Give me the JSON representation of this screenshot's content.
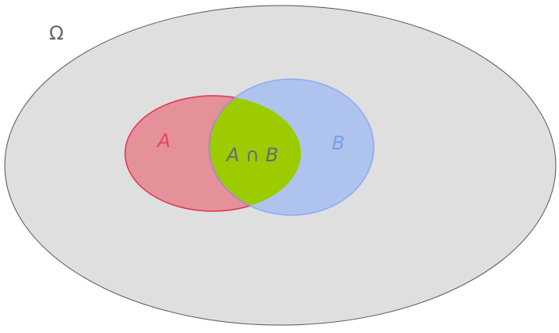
{
  "labels": {
    "universe": "Ω",
    "set_a": "A",
    "set_b": "B",
    "intersection": "A ∩ B"
  },
  "colors": {
    "universe_fill": "#dfdfdf",
    "set_a_fill": "#e5919a",
    "set_a_stroke": "#e0344f",
    "set_b_fill": "#aec4ee",
    "set_b_stroke": "#8fa8f0",
    "intersection_fill": "#9ccc00"
  }
}
